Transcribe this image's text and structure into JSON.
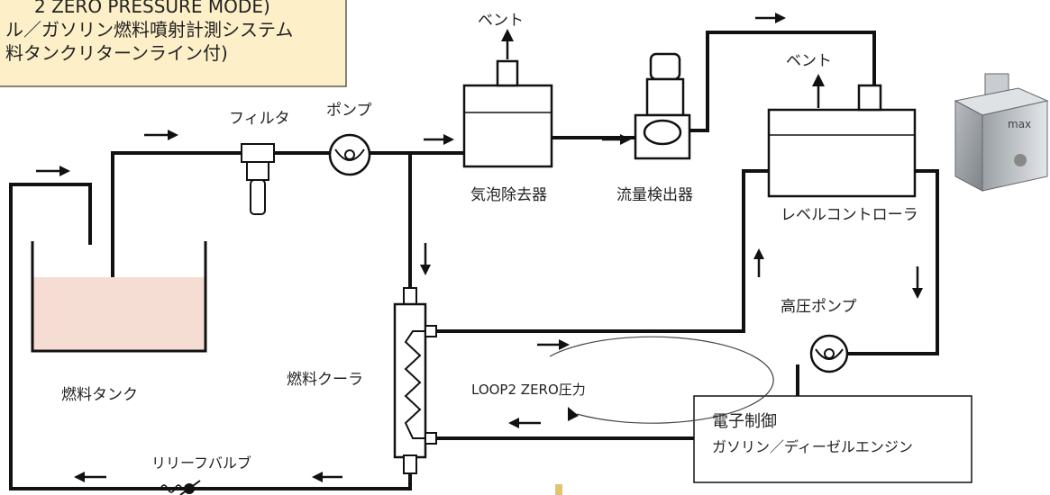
{
  "title_box": {
    "line1": "2 ZERO PRESSURE MODE)",
    "line2": "ル／ガソリン燃料噴射計測システム",
    "line3": "料タンクリターンライン付)"
  },
  "labels": {
    "filter": "フィルタ",
    "pump": "ポンプ",
    "vent1": "ベント",
    "vent2": "ベント",
    "deaerator": "気泡除去器",
    "flow_meter": "流量検出器",
    "level_controller": "レベルコントローラ",
    "fuel_tank": "燃料タンク",
    "fuel_cooler": "燃料クーラ",
    "high_pressure_pump": "高圧ポンプ",
    "relief_valve": "リリーフバルブ",
    "loop": "LOOP2 ZERO圧力",
    "engine_line1": "電子制御",
    "engine_line2": "ガソリン／ディーゼルエンジン"
  },
  "colors": {
    "title_fill": "#fdefc8",
    "tank_fluid": "#f6ddd3",
    "line": "#111111"
  },
  "icons": {
    "product_photo": "flow-meter-product-icon",
    "product_brand": "max"
  }
}
